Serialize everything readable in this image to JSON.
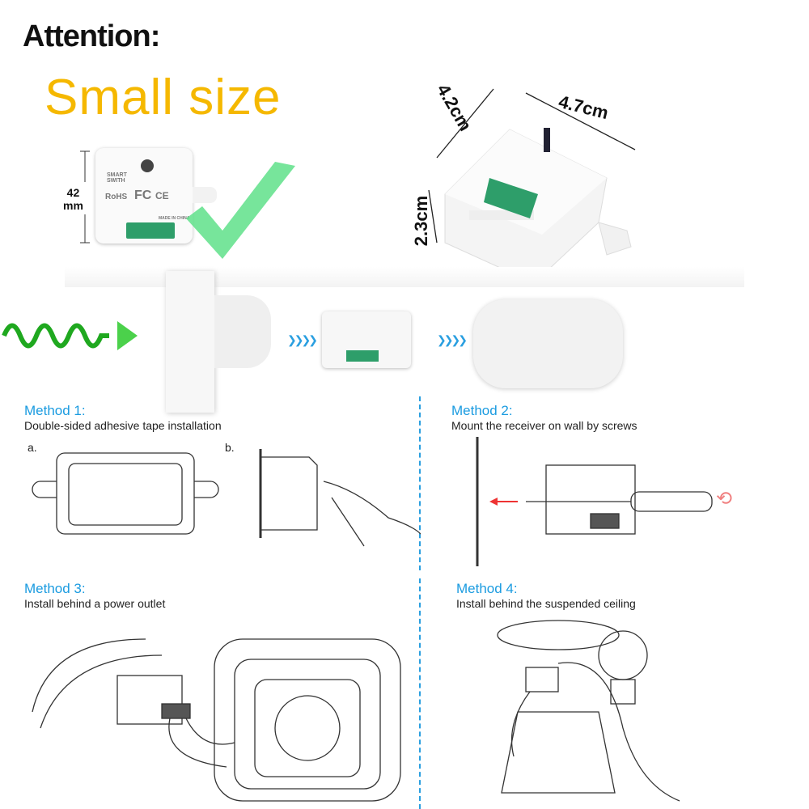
{
  "header": {
    "attention": "Attention:",
    "subtitle": "Small size"
  },
  "device": {
    "brand": "SMART SWITH",
    "rohs": "RoHS",
    "fcc": "FC",
    "ce": "CE",
    "origin": "MADE IN CHINA"
  },
  "dimensions": {
    "front_height": "42",
    "front_unit": "mm",
    "depth": "4.2cm",
    "width": "4.7cm",
    "height": "2.3cm"
  },
  "methods": [
    {
      "title": "Method 1:",
      "desc": "Double-sided adhesive tape installation",
      "steps": [
        "a.",
        "b."
      ]
    },
    {
      "title": "Method 2:",
      "desc": "Mount the receiver on wall by screws"
    },
    {
      "title": "Method 3:",
      "desc": "Install behind a power outlet"
    },
    {
      "title": "Method 4:",
      "desc": "Install behind the suspended ceiling"
    }
  ],
  "colors": {
    "title": "#f5b800",
    "method": "#1a9be0",
    "check": "#5fe08a",
    "wave": "#1fa81f",
    "terminal": "#2e9e6a",
    "arrow": "#2a9fe0"
  },
  "icons": [
    "checkmark-icon",
    "wave-arrow-icon",
    "chevron-arrow-icon",
    "rotate-icon"
  ]
}
